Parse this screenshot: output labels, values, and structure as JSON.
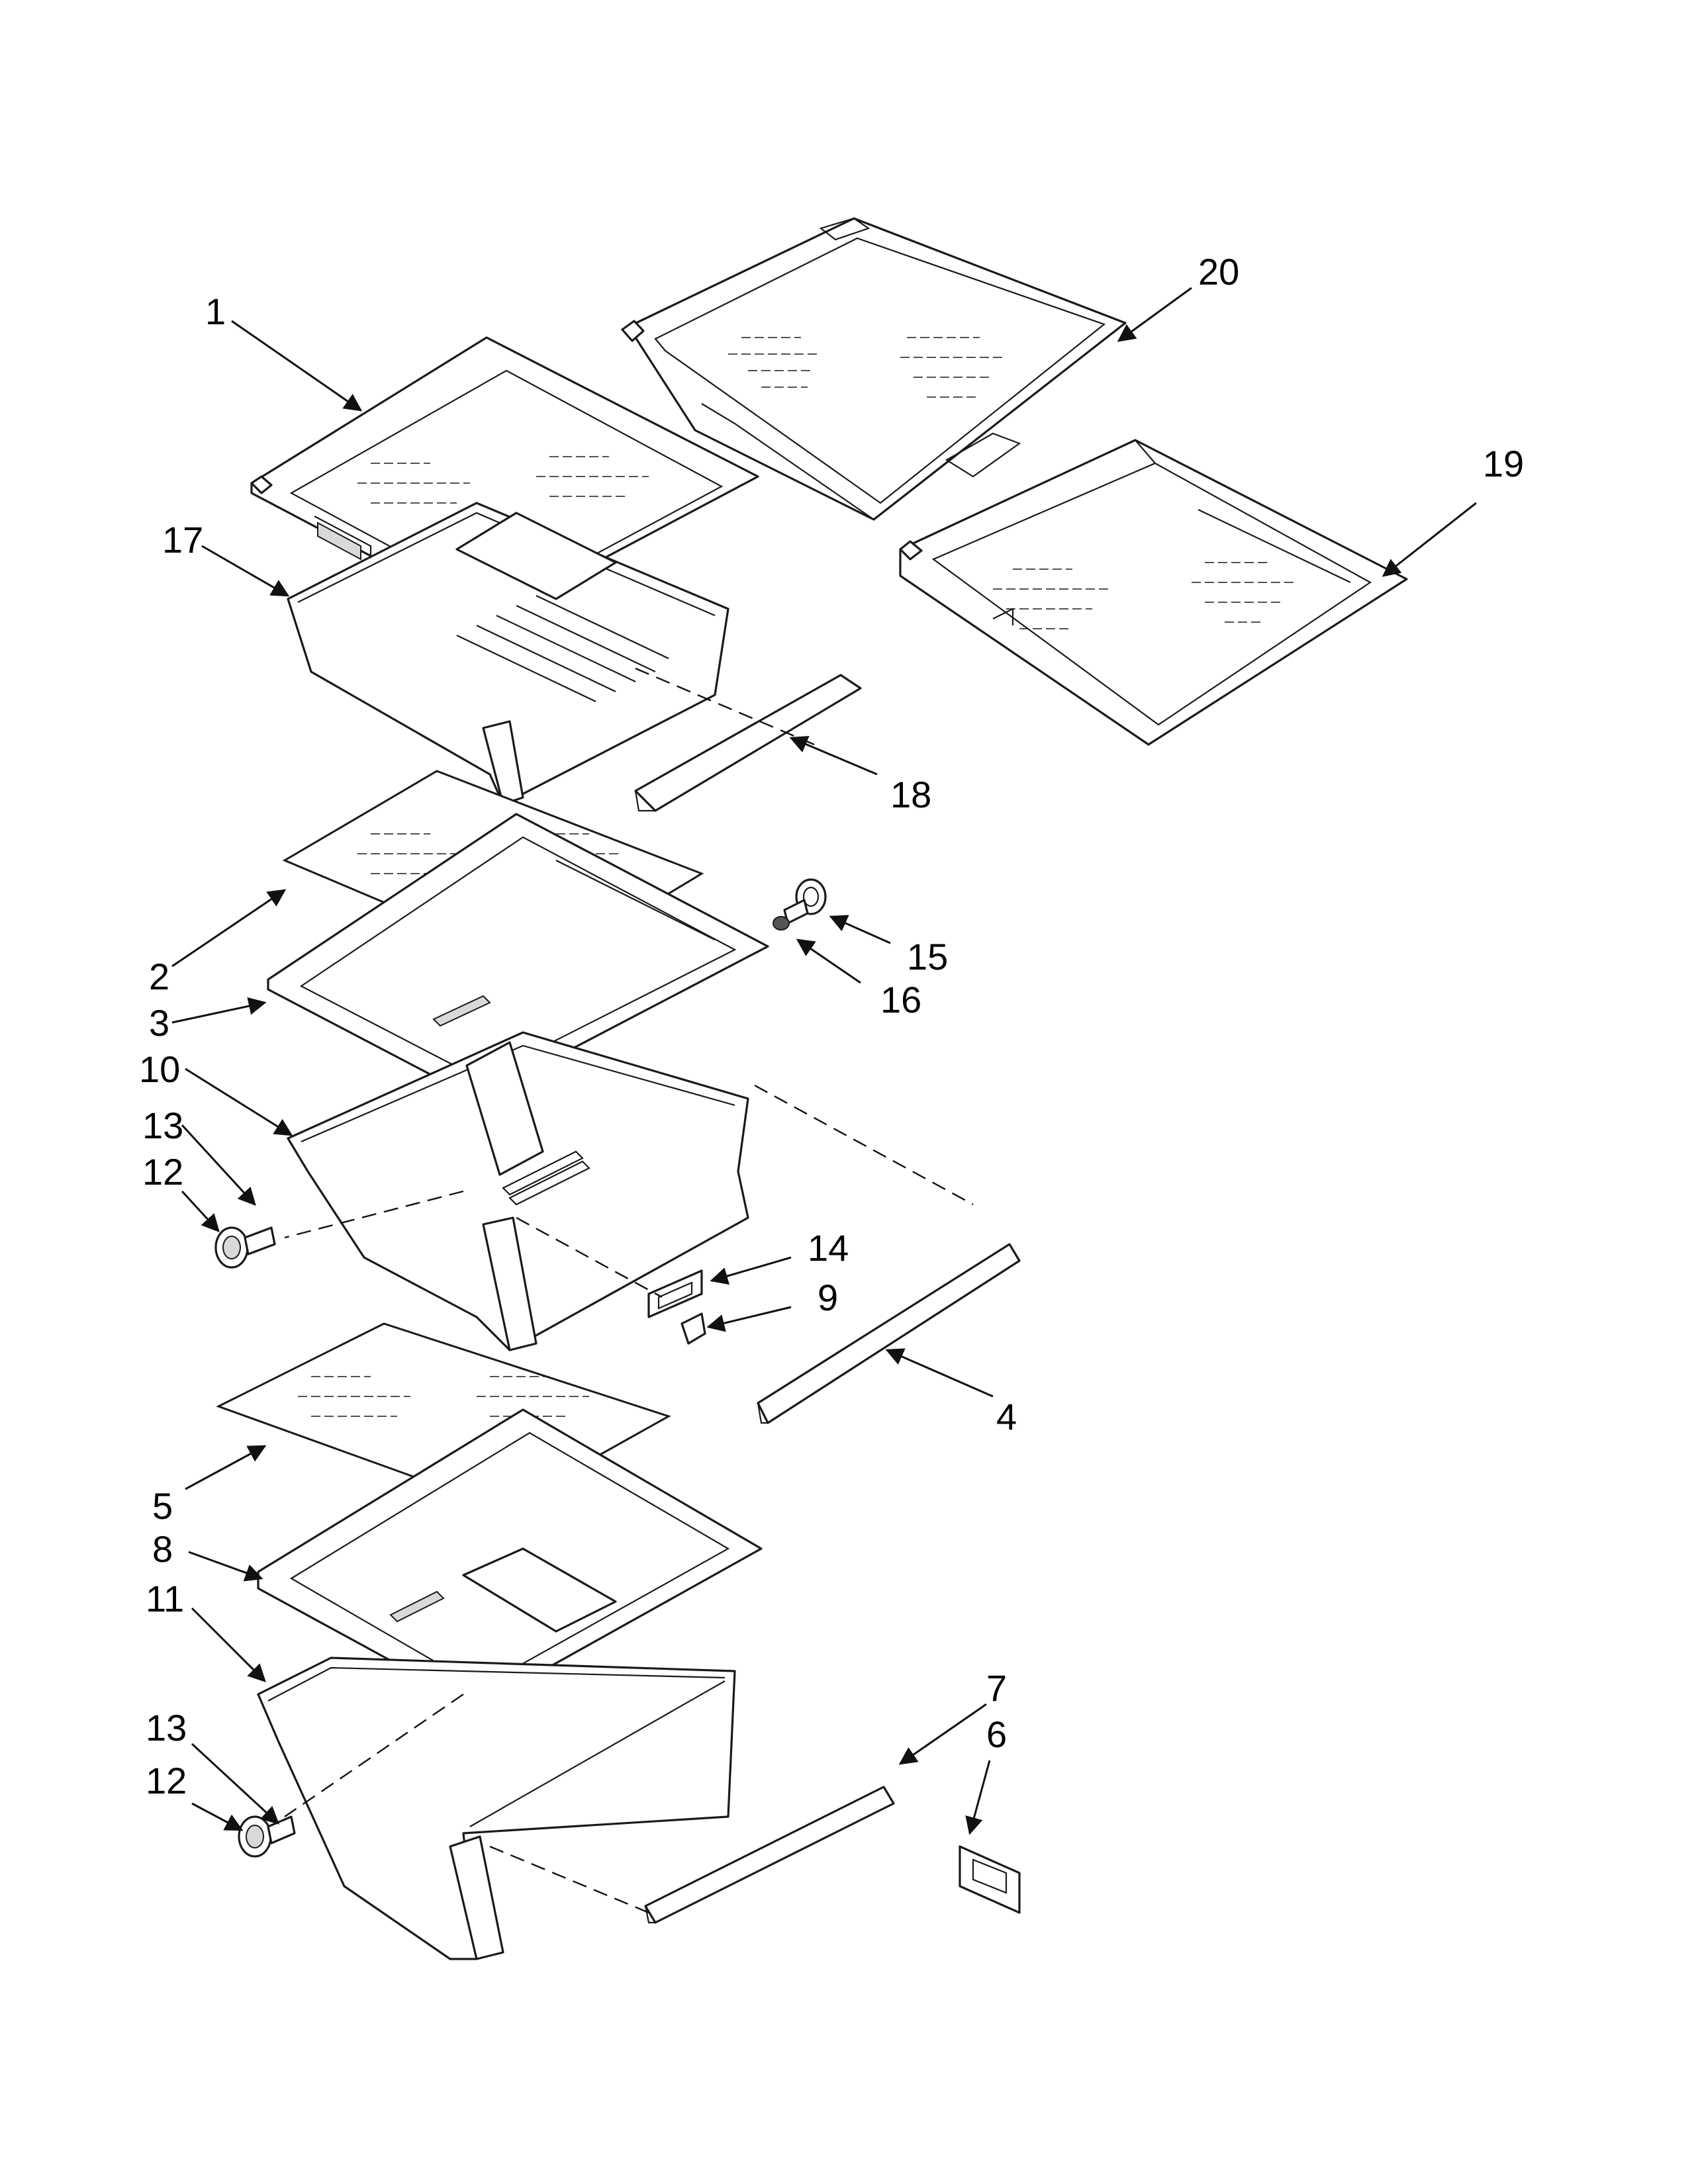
{
  "callouts": {
    "c1": "1",
    "c2": "2",
    "c3": "3",
    "c4": "4",
    "c5": "5",
    "c6": "6",
    "c7": "7",
    "c8": "8",
    "c9": "9",
    "c10": "10",
    "c11": "11",
    "c12a": "12",
    "c12b": "12",
    "c13a": "13",
    "c13b": "13",
    "c14": "14",
    "c15": "15",
    "c16": "16",
    "c17": "17",
    "c18": "18",
    "c19": "19",
    "c20": "20"
  }
}
